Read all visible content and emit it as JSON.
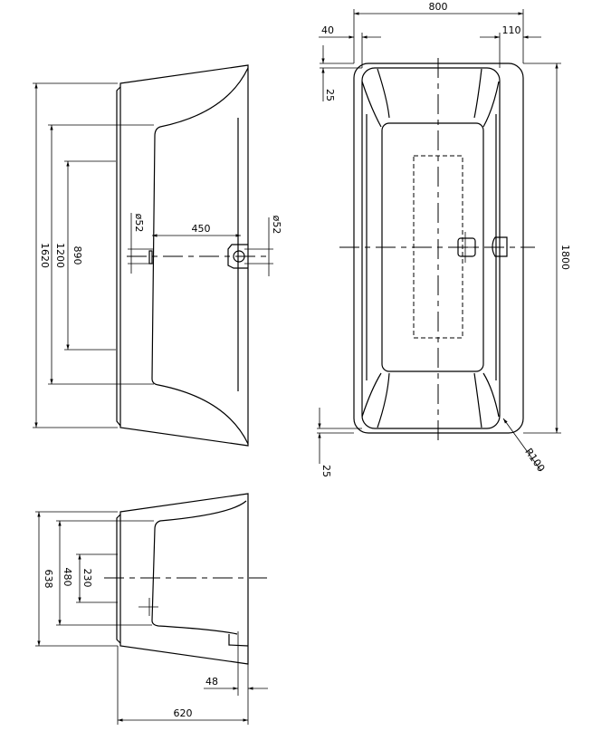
{
  "drawing": {
    "side_view_long": {
      "dims": {
        "overall": "1620",
        "inner": "1200",
        "feet": "890",
        "waste_dia_left": "ø52",
        "waste_offset": "450",
        "waste_dia_right": "ø52"
      }
    },
    "plan_view": {
      "dims": {
        "width": "800",
        "rim_left": "40",
        "rim_right": "110",
        "rim_top": "25",
        "length": "1800",
        "rim_bottom": "25",
        "corner_radius": "R100"
      },
      "fill_color": "#ececec"
    },
    "side_view_short": {
      "dims": {
        "height": "638",
        "inner": "480",
        "feet": "230",
        "overflow": "48",
        "depth": "620"
      }
    }
  }
}
